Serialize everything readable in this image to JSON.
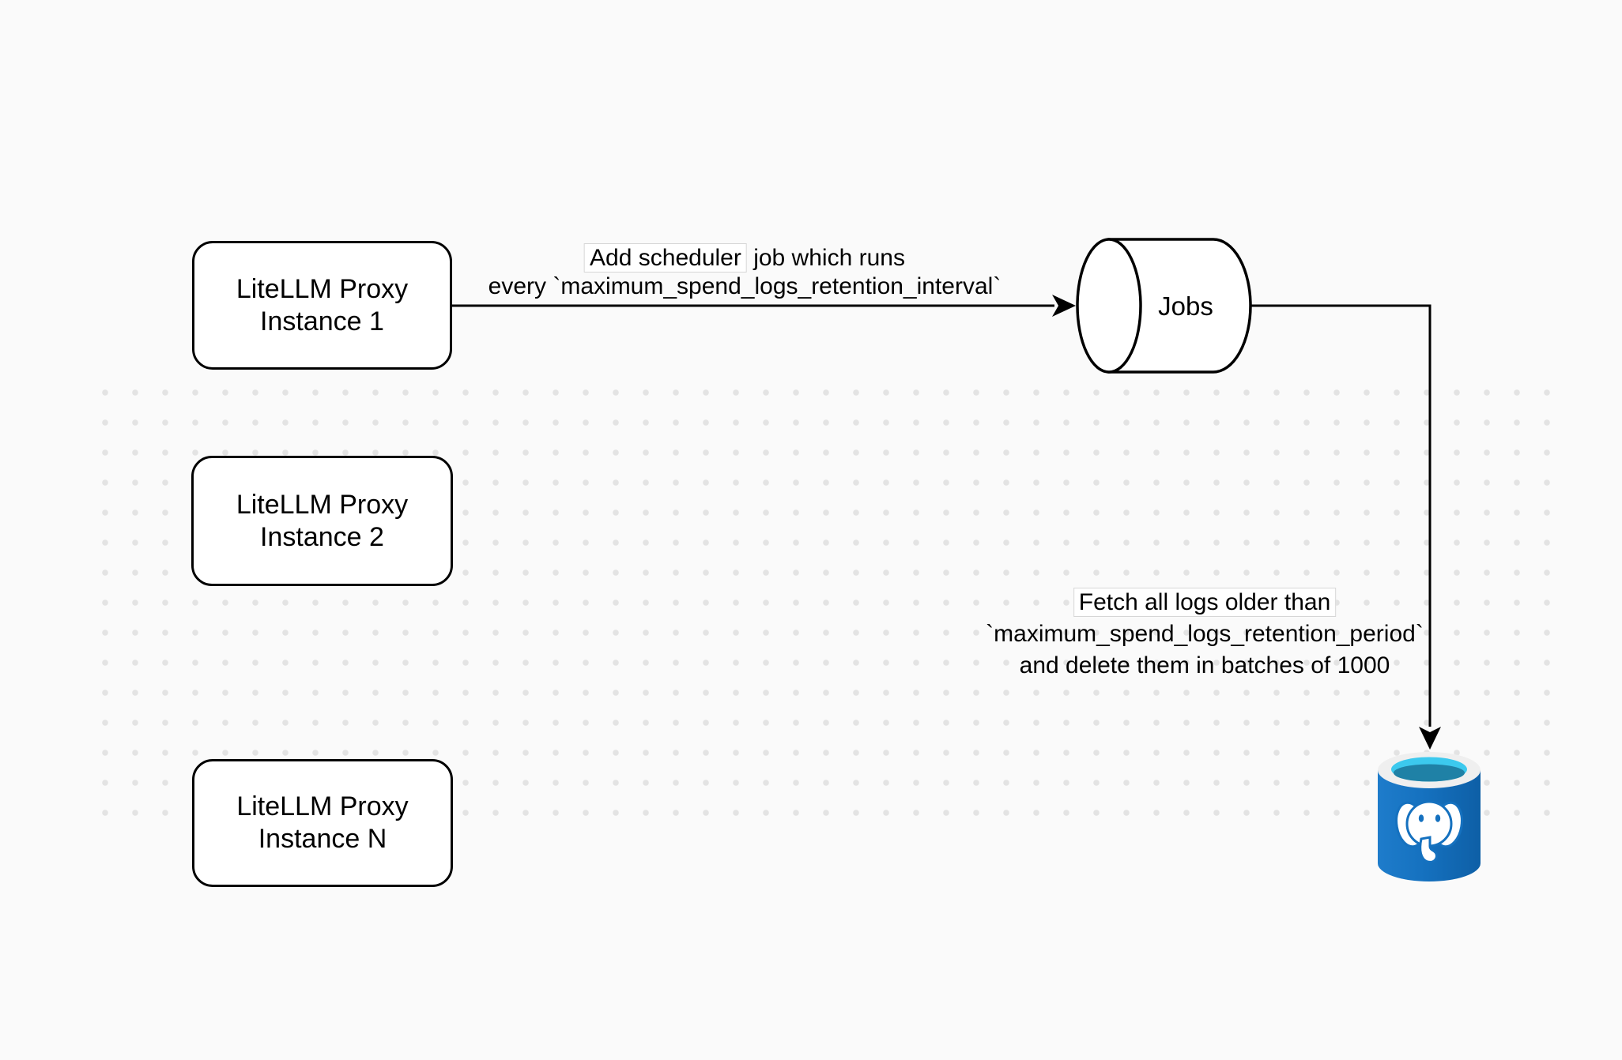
{
  "page": {
    "background_color": "#fafafa",
    "dot_color": "#e3e3e3",
    "stroke_color": "#000000",
    "node_fill_color": "#ffffff"
  },
  "nodes": {
    "instance1": {
      "line1": "LiteLLM Proxy",
      "line2": "Instance 1"
    },
    "instance2": {
      "line1": "LiteLLM Proxy",
      "line2": "Instance 2"
    },
    "instanceN": {
      "line1": "LiteLLM Proxy",
      "line2": "Instance N"
    },
    "jobs": {
      "label": "Jobs"
    }
  },
  "edges": {
    "schedule": {
      "line1_boxed": "Add scheduler",
      "line1_rest": "job which runs",
      "line2": "every `maximum_spend_logs_retention_interval`"
    },
    "cleanup": {
      "line1": "Fetch all logs older than",
      "line2": "`maximum_spend_logs_retention_period`",
      "line3": "and delete them in batches of 1000"
    }
  },
  "icons": {
    "jobs": "queue-cylinder-icon",
    "database": "postgresql-database-icon"
  },
  "colors": {
    "postgres_body_light": "#1E7CCB",
    "postgres_body_dark": "#0E5FA6",
    "postgres_rim": "#EFEFEF",
    "postgres_opening": "#3CC9EE",
    "postgres_opening_shadow": "#1F81A6",
    "elephant": "#ffffff"
  }
}
